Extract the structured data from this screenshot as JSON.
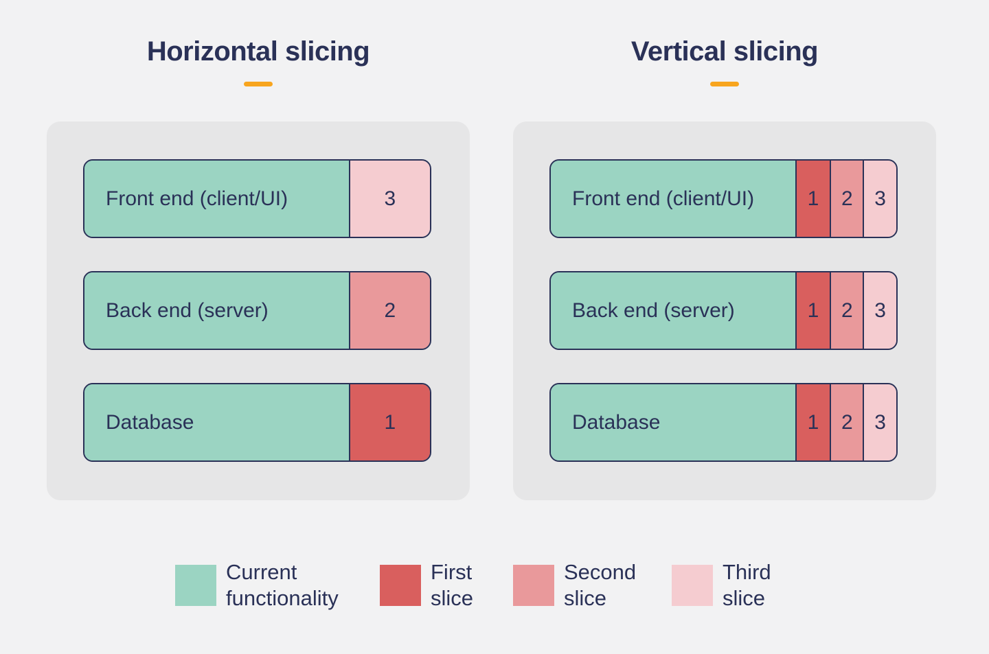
{
  "colors": {
    "background": "#f2f2f3",
    "panel": "#e6e6e7",
    "navy": "#2a3157",
    "teal": "#9bd4c2",
    "red": "#d95f5e",
    "pink": "#e9999b",
    "light_pink": "#f5ccd0",
    "orange": "#f8a51e"
  },
  "panels": [
    {
      "title": "Horizontal slicing",
      "rows": [
        {
          "label": "Front end (client/UI)",
          "current_pct": 76.5,
          "slices": [
            {
              "label": "3",
              "color_key": "light_pink",
              "pct": 23.5
            }
          ]
        },
        {
          "label": "Back end (server)",
          "current_pct": 76.5,
          "slices": [
            {
              "label": "2",
              "color_key": "pink",
              "pct": 23.5
            }
          ]
        },
        {
          "label": "Database",
          "current_pct": 76.5,
          "slices": [
            {
              "label": "1",
              "color_key": "red",
              "pct": 23.5
            }
          ]
        }
      ]
    },
    {
      "title": "Vertical slicing",
      "rows": [
        {
          "label": "Front end (client/UI)",
          "current_pct": 70.7,
          "slices": [
            {
              "label": "1",
              "color_key": "red",
              "pct": 10.1
            },
            {
              "label": "2",
              "color_key": "pink",
              "pct": 9.5
            },
            {
              "label": "3",
              "color_key": "light_pink",
              "pct": 9.7
            }
          ]
        },
        {
          "label": "Back end (server)",
          "current_pct": 70.7,
          "slices": [
            {
              "label": "1",
              "color_key": "red",
              "pct": 10.1
            },
            {
              "label": "2",
              "color_key": "pink",
              "pct": 9.5
            },
            {
              "label": "3",
              "color_key": "light_pink",
              "pct": 9.7
            }
          ]
        },
        {
          "label": "Database",
          "current_pct": 70.7,
          "slices": [
            {
              "label": "1",
              "color_key": "red",
              "pct": 10.1
            },
            {
              "label": "2",
              "color_key": "pink",
              "pct": 9.5
            },
            {
              "label": "3",
              "color_key": "light_pink",
              "pct": 9.7
            }
          ]
        }
      ]
    }
  ],
  "legend": [
    {
      "label": "Current\nfunctionality",
      "color_key": "teal"
    },
    {
      "label": "First\nslice",
      "color_key": "red"
    },
    {
      "label": "Second\nslice",
      "color_key": "pink"
    },
    {
      "label": "Third\nslice",
      "color_key": "light_pink"
    }
  ]
}
